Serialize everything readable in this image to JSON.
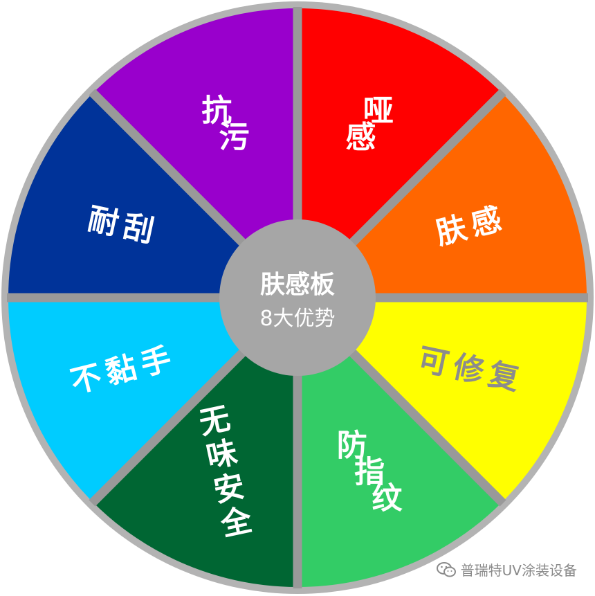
{
  "center": {
    "title": "肤感板",
    "subtitle": "8大优势"
  },
  "segments": [
    {
      "label": "哑感",
      "color": "#ff0000",
      "text_color": "#ffffff",
      "label_layout": "diag"
    },
    {
      "label": "肤感",
      "color": "#ff6600",
      "text_color": "#ffffff",
      "label_layout": "horiz"
    },
    {
      "label": "可修复",
      "color": "#ffff00",
      "text_color": "#8c8c8c",
      "label_layout": "horiz"
    },
    {
      "label": "防指纹",
      "color": "#33cc66",
      "text_color": "#ffffff",
      "label_layout": "diag"
    },
    {
      "label": "无味安全",
      "color": "#006633",
      "text_color": "#ffffff",
      "label_layout": "vert"
    },
    {
      "label": "不黏手",
      "color": "#00ccff",
      "text_color": "#ffffff",
      "label_layout": "horiz"
    },
    {
      "label": "耐刮",
      "color": "#003399",
      "text_color": "#ffffff",
      "label_layout": "horiz"
    },
    {
      "label": "抗污",
      "color": "#9900cc",
      "text_color": "#ffffff",
      "label_layout": "diag"
    }
  ],
  "colors": {
    "border": "#b3b3b3",
    "divider": "#999999",
    "hub": "#a6a6a6"
  },
  "watermark": {
    "text": "普瑞特UV涂装设备",
    "icon": "wechat-icon"
  }
}
